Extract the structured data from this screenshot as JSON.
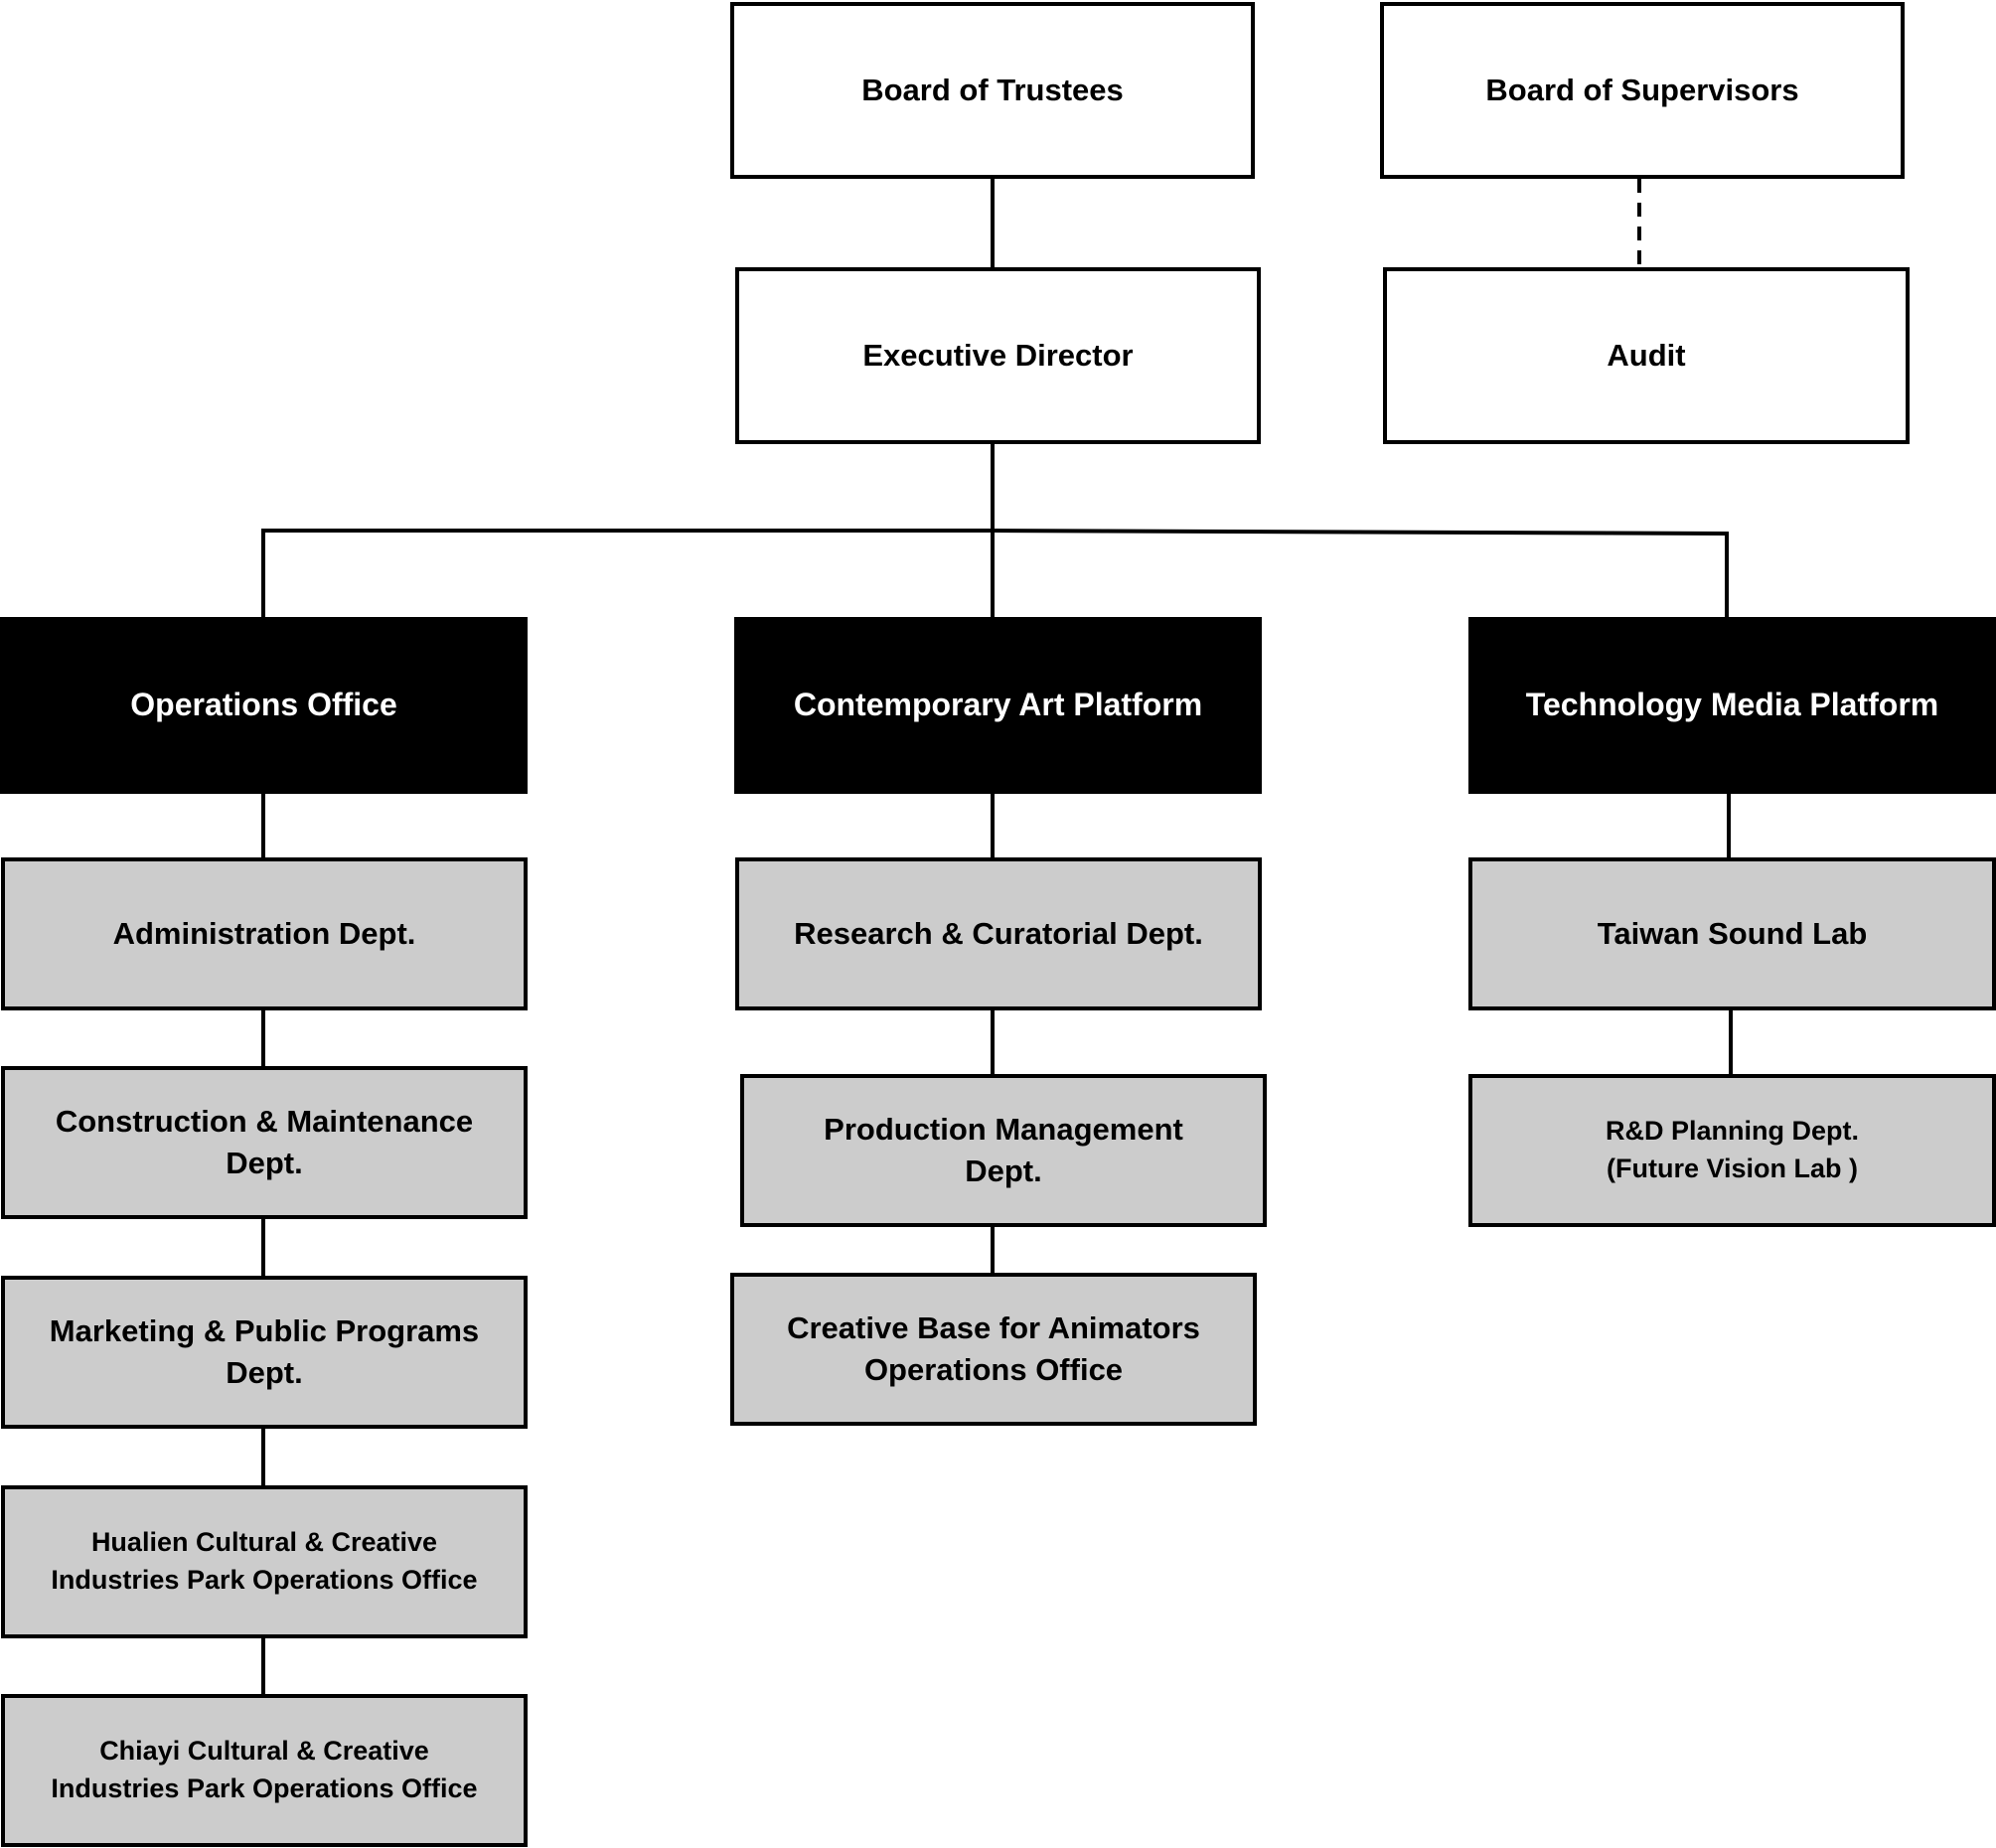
{
  "org_chart": {
    "board_of_trustees": "Board of Trustees",
    "board_of_supervisors": "Board of Supervisors",
    "executive_director": "Executive Director",
    "audit": "Audit",
    "divisions": {
      "operations_office": "Operations Office",
      "contemporary_art_platform": "Contemporary Art Platform",
      "technology_media_platform": "Technology Media Platform"
    },
    "operations_units": [
      "Administration Dept.",
      "Construction & Maintenance\nDept.",
      "Marketing & Public Programs\nDept.",
      "Hualien Cultural & Creative\nIndustries Park Operations Office",
      "Chiayi Cultural & Creative\nIndustries Park Operations Office"
    ],
    "contemporary_art_units": [
      "Research & Curatorial Dept.",
      "Production Management\nDept.",
      "Creative Base for Animators\nOperations Office"
    ],
    "technology_media_units": [
      "Taiwan Sound Lab",
      "R&D Planning Dept.\n(Future Vision Lab )"
    ]
  }
}
